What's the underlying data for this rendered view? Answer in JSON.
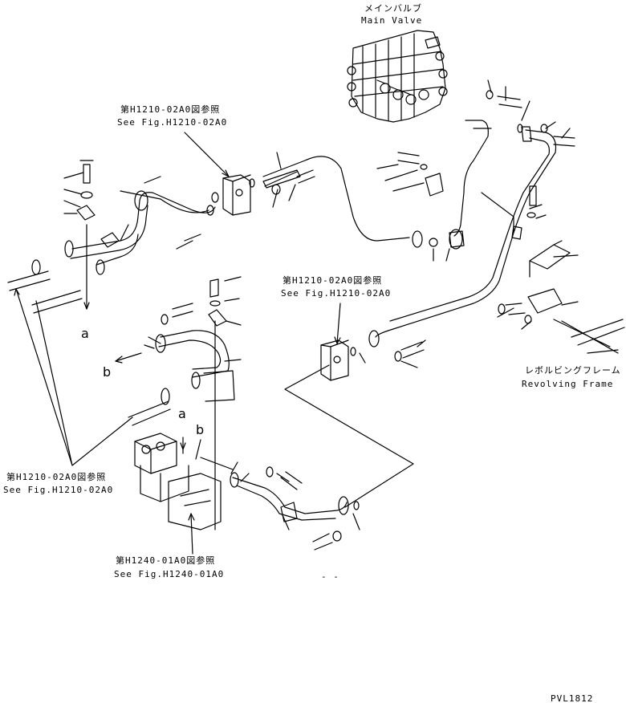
{
  "labels": {
    "main_valve_jp": "メインバルブ",
    "main_valve_en": "Main Valve",
    "ref_top_jp": "第H1210-02A0図参照",
    "ref_top_en": "See Fig.H1210-02A0",
    "ref_mid_jp": "第H1210-02A0図参照",
    "ref_mid_en": "See Fig.H1210-02A0",
    "ref_left_jp": "第H1210-02A0図参照",
    "ref_left_en": "See Fig.H1210-02A0",
    "ref_bottom_jp": "第H1240-01A0図参照",
    "ref_bottom_en": "See Fig.H1240-01A0",
    "revolving_frame_jp": "レボルビングフレーム",
    "revolving_frame_en": "Revolving Frame",
    "drawing_code": "PVL1812",
    "dash_mark": "- -"
  },
  "markers": {
    "a_left": "a",
    "b_left": "b",
    "a_mid": "a",
    "b_mid": "b"
  }
}
